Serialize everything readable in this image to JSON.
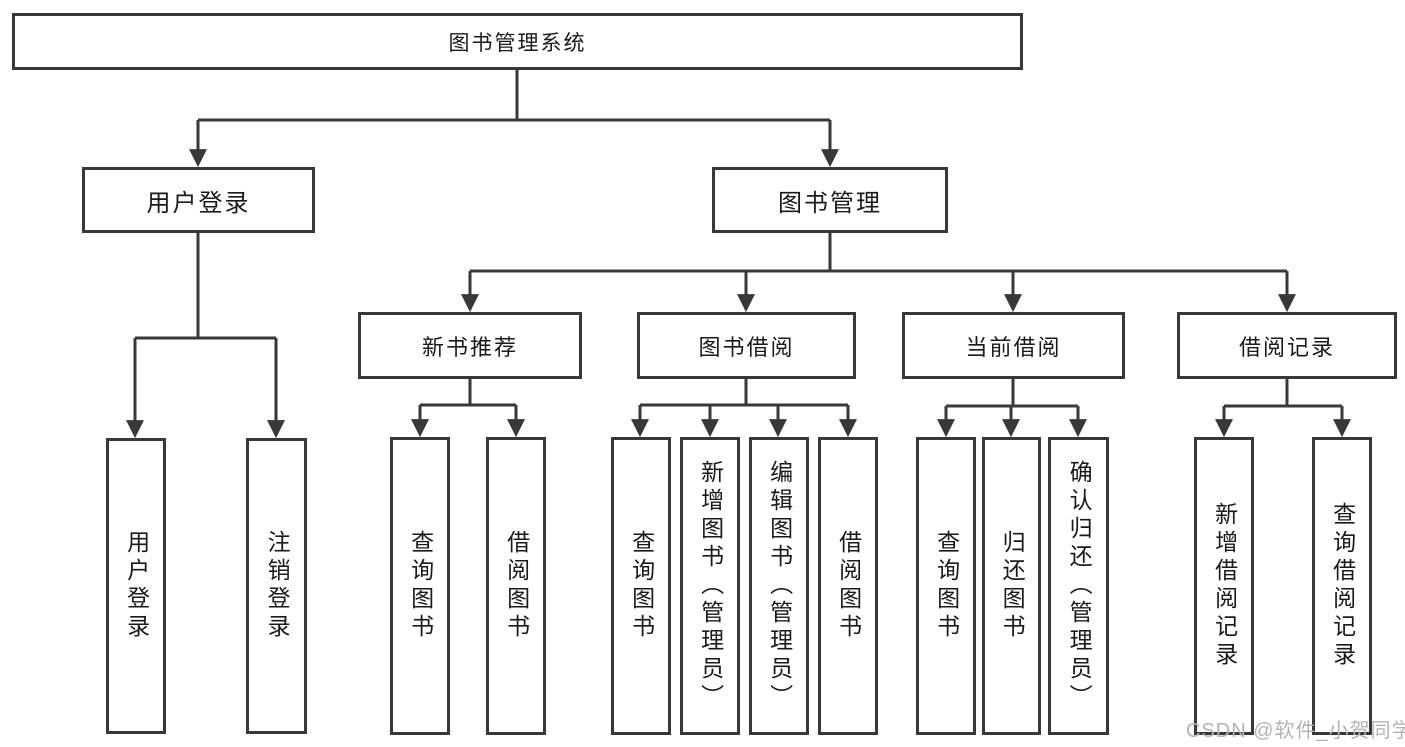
{
  "diagram": {
    "root": {
      "label": "图书管理系统"
    },
    "level2": {
      "user_login": {
        "label": "用户登录"
      },
      "book_management": {
        "label": "图书管理"
      }
    },
    "level3": {
      "new_book_recommend": {
        "label": "新书推荐"
      },
      "book_borrow": {
        "label": "图书借阅"
      },
      "current_borrow": {
        "label": "当前借阅"
      },
      "borrow_records": {
        "label": "借阅记录"
      }
    },
    "leaves": {
      "user_login": [
        "用户登录",
        "注销登录"
      ],
      "new_book_recommend": [
        "查询图书",
        "借阅图书"
      ],
      "book_borrow": [
        "查询图书",
        "新增图书（管理员）",
        "编辑图书（管理员）",
        "借阅图书"
      ],
      "current_borrow": [
        "查询图书",
        "归还图书",
        "确认归还（管理员）"
      ],
      "borrow_records": [
        "新增借阅记录",
        "查询借阅记录"
      ]
    }
  },
  "watermark": {
    "text": "CSDN @软件_小贺同学"
  },
  "colors": {
    "line": "#383838",
    "text": "#1a1a1a",
    "watermark": "#b3b3b3",
    "background": "#ffffff"
  }
}
